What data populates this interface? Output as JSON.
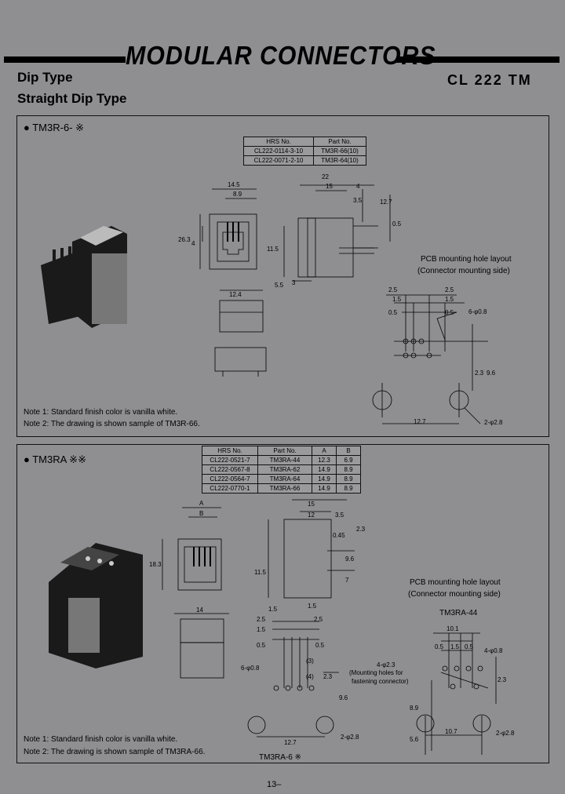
{
  "header": {
    "title": "MODULAR CONNECTORS",
    "subtitle1": "Dip Type",
    "subtitle2": "Straight Dip Type",
    "series": "CL 222 TM"
  },
  "section1": {
    "label": "● TM3R-6- ※",
    "table": {
      "headers": [
        "HRS No.",
        "Part No."
      ],
      "rows": [
        [
          "CL222-0114-3-10",
          "TM3R-66(10)"
        ],
        [
          "CL222-0071-2-10",
          "TM3R-64(10)"
        ]
      ]
    },
    "pcb_title": "PCB mounting hole layout",
    "pcb_subtitle": "(Connector mounting side)",
    "dims": {
      "d145": "14.5",
      "d89": "8.9",
      "d22": "22",
      "d15": "15",
      "d4": "4",
      "d35": "3.5",
      "d127v": "12.7",
      "d05v": "0.5",
      "d263": "26.3",
      "d115": "11.5",
      "d55": "5.5",
      "d124": "12.4",
      "d25a": "2.5",
      "d25b": "2.5",
      "d15a": "1.5",
      "d15b": "1.5",
      "d05a": "0.5",
      "d05b": "0.5",
      "hole6": "6-φ0.8",
      "d23": "2.3",
      "d96": "9.6",
      "d127": "12.7",
      "hole2": "2-φ2.8",
      "d4l": "4",
      "d3l": "3"
    },
    "notes": [
      "Note 1: Standard finish color is vanilla white.",
      "Note 2: The drawing is shown sample of TM3R-66."
    ]
  },
  "section2": {
    "label": "● TM3RA ※※",
    "table": {
      "headers": [
        "HRS No.",
        "Part No.",
        "A",
        "B"
      ],
      "rows": [
        [
          "CL222-0521-7",
          "TM3RA-44",
          "12.3",
          "6.9"
        ],
        [
          "CL222-0567-8",
          "TM3RA-62",
          "14.9",
          "8.9"
        ],
        [
          "CL222-0564-7",
          "TM3RA-64",
          "14.9",
          "8.9"
        ],
        [
          "CL222-0770-1",
          "TM3RA-66",
          "14.9",
          "8.9"
        ]
      ]
    },
    "pcb_title": "PCB mounting hole layout",
    "pcb_subtitle": "(Connector mounting side)",
    "sub_a": "TM3RA-44",
    "sub_b": "TM3RA-6 ※",
    "mount_note1": "(Mounting holes for",
    "mount_note2": "fastening connector)",
    "dims": {
      "A": "A",
      "B": "B",
      "d15": "15",
      "d12": "12",
      "d35": "3.5",
      "d183": "18.3",
      "d115": "11.5",
      "d14": "14",
      "d045": "0.45",
      "d23": "2.3",
      "d96v": "9.6",
      "d7": "7",
      "d15a": "1.5",
      "d15b": "1.5",
      "d25a": "2.5",
      "d25b": "2.5",
      "d05a": "0.5",
      "d05b": "0.5",
      "hole6": "6-φ0.8",
      "hole4": "4-φ2.3",
      "d23b": "2.3",
      "d96": "9.6",
      "d127": "12.7",
      "hole2": "2-φ2.8",
      "d101": "10.1",
      "d05c": "0.5",
      "d15c": "1.5",
      "d05d": "0.5",
      "hole4b": "4-φ0.8",
      "d23c": "2.3",
      "d89": "8.9",
      "d56": "5.6",
      "d107": "10.7",
      "hole2b": "2-φ2.8",
      "c3": "(3)",
      "c4": "(4)"
    },
    "notes": [
      "Note 1: Standard finish color is vanilla white.",
      "Note 2: The drawing is shown sample of TM3RA-66."
    ]
  },
  "footer": {
    "page": "13–"
  }
}
